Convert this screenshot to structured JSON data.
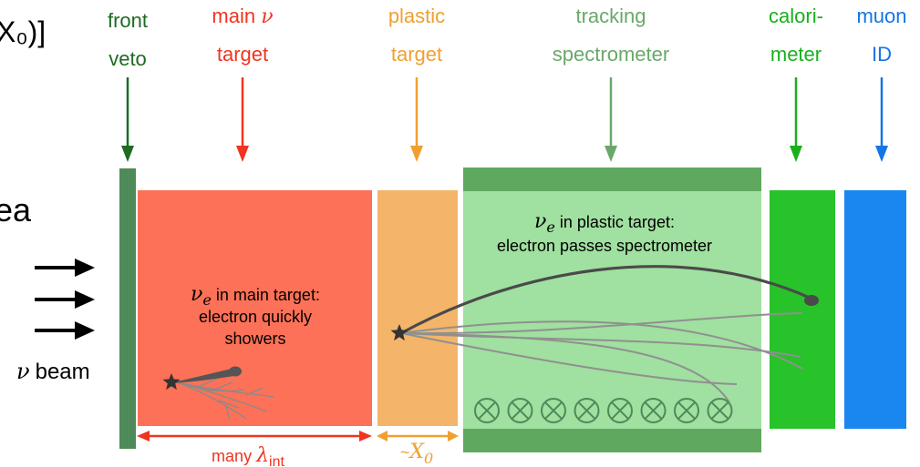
{
  "partial_text": {
    "top_left": "X₀)]",
    "mid_left": "ea"
  },
  "components": {
    "front_veto": {
      "label_line1": "front",
      "label_line2": "veto",
      "color": "#1e6b22",
      "block_color": "#4f8a5a"
    },
    "main_target": {
      "label_line1": "main",
      "label_symbol": "ν",
      "label_line2": "target",
      "color": "#f0341f",
      "block_color": "#fc7157"
    },
    "plastic_target": {
      "label_line1": "plastic",
      "label_line2": "target",
      "color": "#f0a030",
      "block_color": "#f4b56a"
    },
    "tracking": {
      "label_line1": "tracking",
      "label_line2": "spectrometer",
      "color": "#6aa86a",
      "block_color": "#a0e0a0",
      "rail_color": "#5fa85f"
    },
    "calorimeter": {
      "label_line1": "calori-",
      "label_line2": "meter",
      "color": "#19b01c",
      "block_color": "#28c22a"
    },
    "muon_id": {
      "label_line1": "muon",
      "label_line2": "ID",
      "color": "#1476e6",
      "block_color": "#1a86f0"
    }
  },
  "beam": {
    "symbol": "ν",
    "label": "beam"
  },
  "main_target_text": {
    "symbol": "ν",
    "subscript": "e",
    "line1_rest": " in main target:",
    "line2": "electron quickly",
    "line3": "showers"
  },
  "tracking_text": {
    "symbol": "ν",
    "subscript": "e",
    "line1_rest": " in plastic target:",
    "line2": "electron passes spectrometer"
  },
  "magnet_symbols": {
    "count": 8,
    "glyph": "⊗"
  },
  "dimensions": {
    "main": {
      "prefix": "many ",
      "symbol": "λ",
      "subscript": "int"
    },
    "plastic": {
      "prefix": "~",
      "symbol": "X",
      "subscript": "0"
    }
  }
}
